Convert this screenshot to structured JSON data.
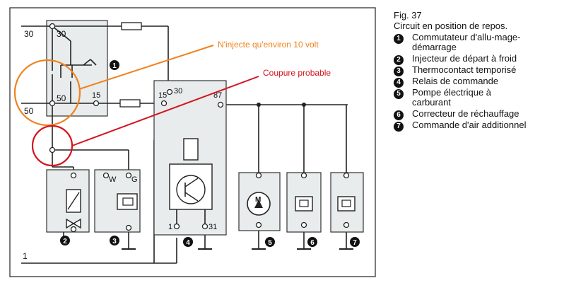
{
  "figure": {
    "number": "Fig. 37",
    "caption": "Circuit en position de repos."
  },
  "legend": [
    {
      "num": "1",
      "label": "Commutateur d'allu-mage-démarrage"
    },
    {
      "num": "2",
      "label": "Injecteur de départ à froid"
    },
    {
      "num": "3",
      "label": "Thermocontact temporisé"
    },
    {
      "num": "4",
      "label": "Relais de commande"
    },
    {
      "num": "5",
      "label": "Pompe électrique à carburant"
    },
    {
      "num": "6",
      "label": "Correcteur de réchauffage"
    },
    {
      "num": "7",
      "label": "Commande d'air additionnel"
    }
  ],
  "terminals": {
    "t30_left": "30",
    "t30_inner": "30",
    "t50_left": "50",
    "t50_inner": "50",
    "t15_switch": "15",
    "t15_relay": "15",
    "t30_relay": "30",
    "t87": "87",
    "t1": "1",
    "t31": "31",
    "tW": "W",
    "tG": "G",
    "ground": "1",
    "motor": "M"
  },
  "component_numbers": {
    "c1": "1",
    "c2": "2",
    "c3": "3",
    "c4": "4",
    "c5": "5",
    "c6": "6",
    "c7": "7"
  },
  "annotations": {
    "orange_note": "N'injecte qu'environ 10 volt",
    "red_note": "Coupure probable",
    "orange_color": "#f0821e",
    "red_color": "#d2141e"
  }
}
